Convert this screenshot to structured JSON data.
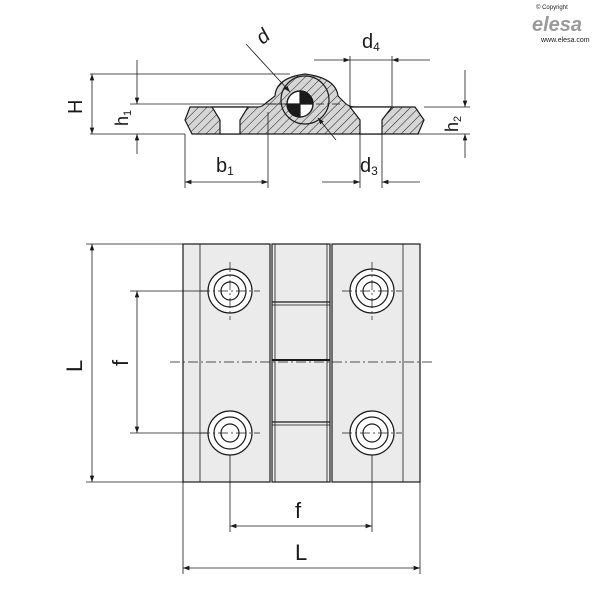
{
  "brand": {
    "copyright": "© Copyright",
    "logo": "elesa",
    "site": "www.elesa.com"
  },
  "labels": {
    "d": "d",
    "d4_base": "d",
    "d4_sub": "4",
    "H": "H",
    "h1_base": "h",
    "h1_sub": "1",
    "h2_base": "h",
    "h2_sub": "2",
    "b1_base": "b",
    "b1_sub": "1",
    "d3_base": "d",
    "d3_sub": "3",
    "L_left": "L",
    "f_left": "f",
    "f_bottom": "f",
    "L_bottom": "L"
  },
  "colors": {
    "line": "#1a1a1a",
    "part_fill": "#ebebeb",
    "section_fill": "#d6d6d6",
    "brand": "#9a9a9a"
  }
}
